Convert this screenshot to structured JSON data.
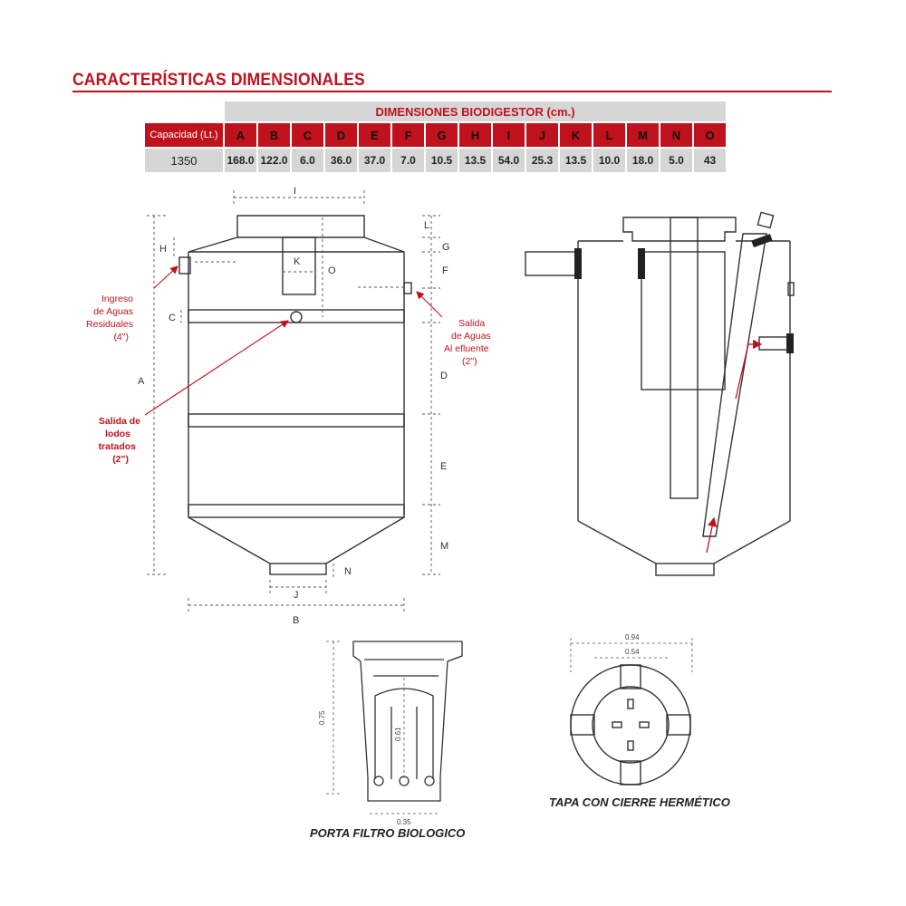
{
  "title": "CARACTERÍSTICAS DIMENSIONALES",
  "table": {
    "header": "DIMENSIONES  BIODIGESTOR (cm.)",
    "capacity_label": "Capacidad (Lt.)",
    "columns": [
      "A",
      "B",
      "C",
      "D",
      "E",
      "F",
      "G",
      "H",
      "I",
      "J",
      "K",
      "L",
      "M",
      "N",
      "O"
    ],
    "capacity_value": "1350",
    "values": [
      "168.0",
      "122.0",
      "6.0",
      "36.0",
      "37.0",
      "7.0",
      "10.5",
      "13.5",
      "54.0",
      "25.3",
      "13.5",
      "10.0",
      "18.0",
      "5.0",
      "43"
    ]
  },
  "labels": {
    "I": "I",
    "L": "L",
    "H": "H",
    "G": "G",
    "K": "K",
    "O": "O",
    "F": "F",
    "C": "C",
    "D": "D",
    "A": "A",
    "E": "E",
    "M": "M",
    "N": "N",
    "J": "J",
    "B": "B"
  },
  "notes": {
    "ingreso": [
      "Ingreso",
      "de Aguas",
      "Residuales",
      "(4\")"
    ],
    "salida_aguas": [
      "Salida",
      "de Aguas",
      "Al efluente",
      "(2\")"
    ],
    "salida_lodos": [
      "Salida de",
      "lodos",
      "tratados",
      "(2\")"
    ]
  },
  "filter": {
    "caption": "PORTA FILTRO BIOLOGICO",
    "dim_height": "0.75",
    "dim_inner": "0.61",
    "dim_base": "0.35"
  },
  "lid": {
    "caption": "TAPA CON CIERRE HERMÉTICO",
    "dim_outer": "0.94",
    "dim_inner": "0.54"
  },
  "colors": {
    "accent": "#c0121c",
    "table_bg": "#d6d6d6"
  }
}
